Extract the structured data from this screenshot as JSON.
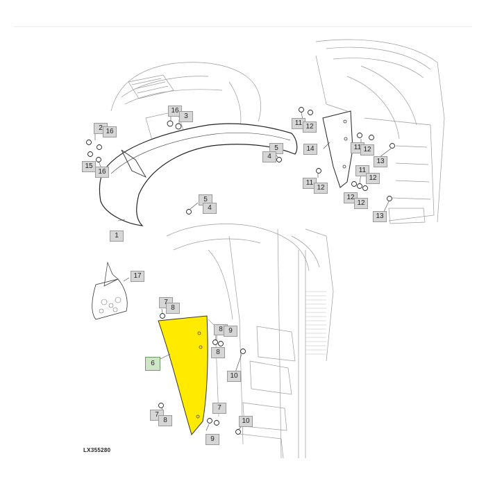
{
  "figure_code": "LX355280",
  "highlight_color": "#ffea00",
  "callouts": [
    "16",
    "3",
    "2",
    "16",
    "15",
    "16",
    "5",
    "4",
    "5",
    "4",
    "1",
    "11",
    "12",
    "14",
    "11",
    "12",
    "13",
    "11",
    "12",
    "11",
    "12",
    "12",
    "12",
    "13",
    "17",
    "7",
    "8",
    "8",
    "9",
    "8",
    "6",
    "10",
    "7",
    "8",
    "7",
    "9",
    "10"
  ]
}
